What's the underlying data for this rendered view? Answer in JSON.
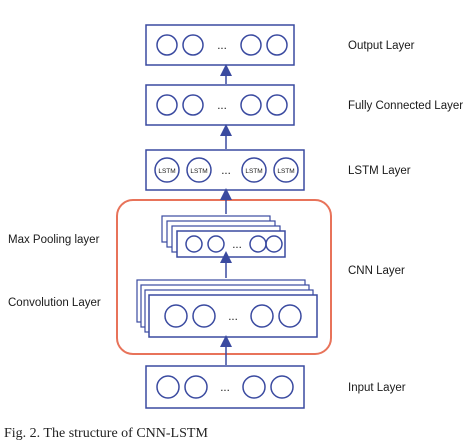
{
  "layers": {
    "output": "Output Layer",
    "fully_connected": "Fully Connected Layer",
    "lstm": "LSTM Layer",
    "max_pooling": "Max Pooling layer",
    "cnn": "CNN Layer",
    "convolution": "Convolution Layer",
    "input": "Input Layer"
  },
  "node_text": {
    "ellipsis": "...",
    "lstm_cell": "LSTM"
  },
  "caption": "Fig. 2. The structure of CNN-LSTM",
  "colors": {
    "box_stroke": "#3a4aa0",
    "node_stroke": "#3a4aa0",
    "arrow": "#3a4aa0",
    "cnn_group": "#e8735a"
  }
}
